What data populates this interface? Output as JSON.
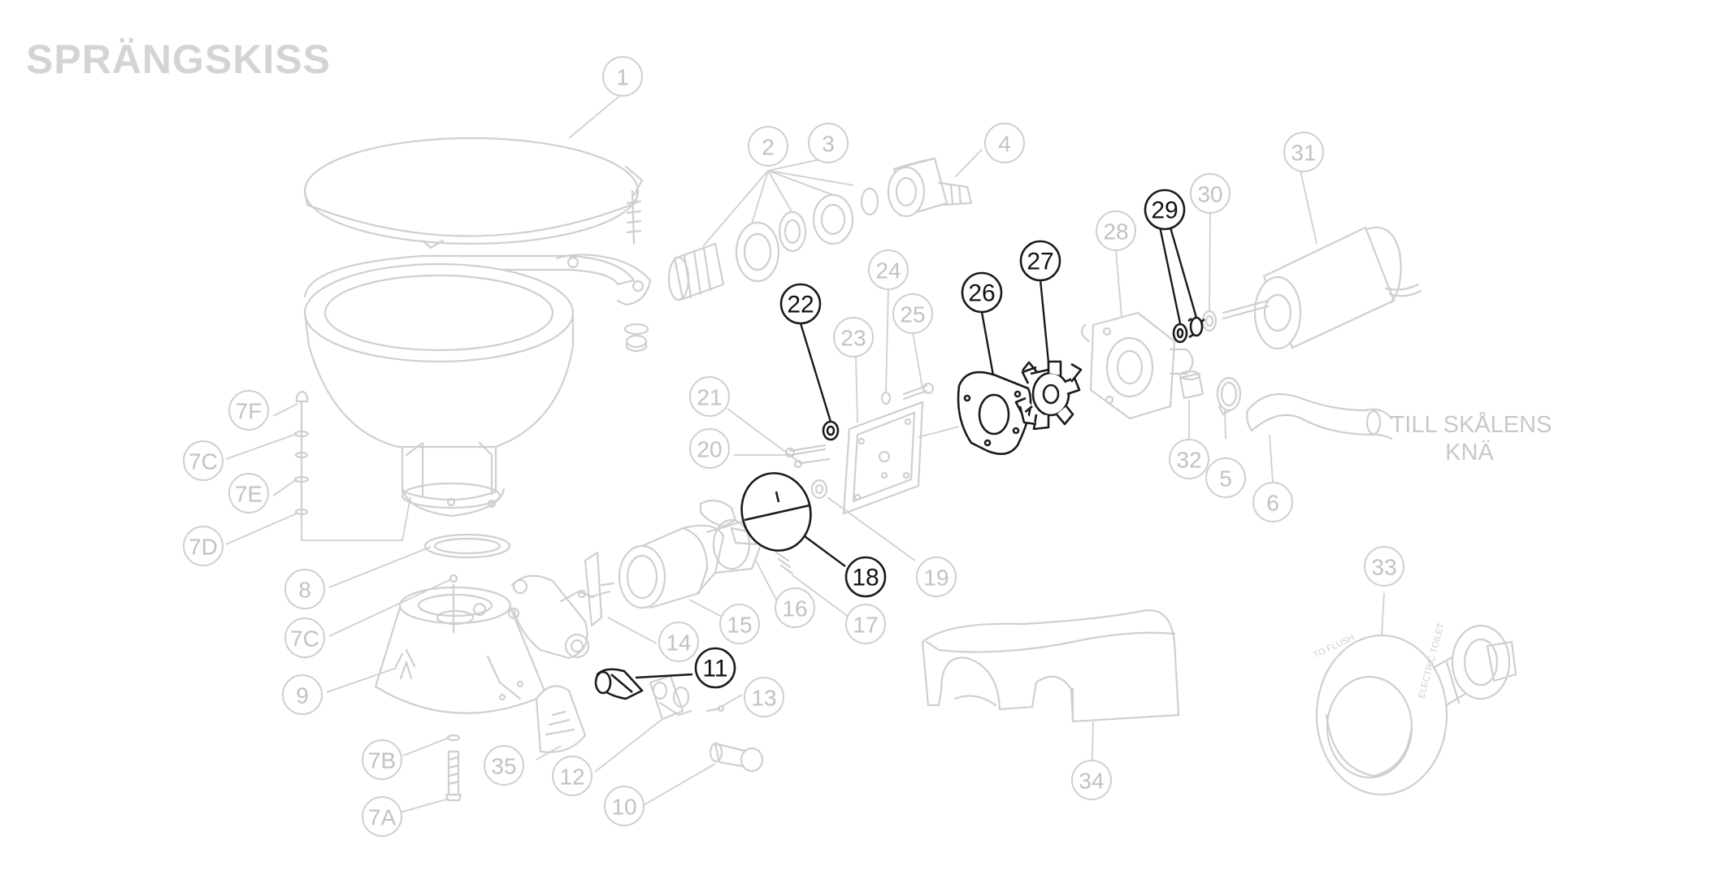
{
  "title": "SPRÄNGSKISS",
  "note": {
    "line1": "TILL SKÅLENS",
    "line2": "KNÄ"
  },
  "switch_labels": {
    "a": "TO FLUSH",
    "b": "ELECTRIC TOILET"
  },
  "callouts": [
    {
      "id": "c1",
      "label": "1",
      "highlighted": false
    },
    {
      "id": "c2",
      "label": "2",
      "highlighted": false
    },
    {
      "id": "c3",
      "label": "3",
      "highlighted": false
    },
    {
      "id": "c4",
      "label": "4",
      "highlighted": false
    },
    {
      "id": "c5",
      "label": "5",
      "highlighted": false
    },
    {
      "id": "c6",
      "label": "6",
      "highlighted": false
    },
    {
      "id": "c7F",
      "label": "7F",
      "highlighted": false
    },
    {
      "id": "c7C",
      "label": "7C",
      "highlighted": false
    },
    {
      "id": "c7E",
      "label": "7E",
      "highlighted": false
    },
    {
      "id": "c7D",
      "label": "7D",
      "highlighted": false
    },
    {
      "id": "c8",
      "label": "8",
      "highlighted": false
    },
    {
      "id": "c7C2",
      "label": "7C",
      "highlighted": false
    },
    {
      "id": "c9",
      "label": "9",
      "highlighted": false
    },
    {
      "id": "c7B",
      "label": "7B",
      "highlighted": false
    },
    {
      "id": "c7A",
      "label": "7A",
      "highlighted": false
    },
    {
      "id": "c35",
      "label": "35",
      "highlighted": false
    },
    {
      "id": "c12",
      "label": "12",
      "highlighted": false
    },
    {
      "id": "c10",
      "label": "10",
      "highlighted": false
    },
    {
      "id": "c13",
      "label": "13",
      "highlighted": false
    },
    {
      "id": "c11",
      "label": "11",
      "highlighted": true
    },
    {
      "id": "c14",
      "label": "14",
      "highlighted": false
    },
    {
      "id": "c15",
      "label": "15",
      "highlighted": false
    },
    {
      "id": "c16",
      "label": "16",
      "highlighted": false
    },
    {
      "id": "c17",
      "label": "17",
      "highlighted": false
    },
    {
      "id": "c18",
      "label": "18",
      "highlighted": true
    },
    {
      "id": "c19",
      "label": "19",
      "highlighted": false
    },
    {
      "id": "c20",
      "label": "20",
      "highlighted": false
    },
    {
      "id": "c21",
      "label": "21",
      "highlighted": false
    },
    {
      "id": "c22",
      "label": "22",
      "highlighted": true
    },
    {
      "id": "c23",
      "label": "23",
      "highlighted": false
    },
    {
      "id": "c24",
      "label": "24",
      "highlighted": false
    },
    {
      "id": "c25",
      "label": "25",
      "highlighted": false
    },
    {
      "id": "c26",
      "label": "26",
      "highlighted": true
    },
    {
      "id": "c27",
      "label": "27",
      "highlighted": true
    },
    {
      "id": "c28",
      "label": "28",
      "highlighted": false
    },
    {
      "id": "c29",
      "label": "29",
      "highlighted": true
    },
    {
      "id": "c30",
      "label": "30",
      "highlighted": false
    },
    {
      "id": "c31",
      "label": "31",
      "highlighted": false
    },
    {
      "id": "c32",
      "label": "32",
      "highlighted": false
    },
    {
      "id": "c33",
      "label": "33",
      "highlighted": false
    },
    {
      "id": "c34",
      "label": "34",
      "highlighted": false
    }
  ]
}
